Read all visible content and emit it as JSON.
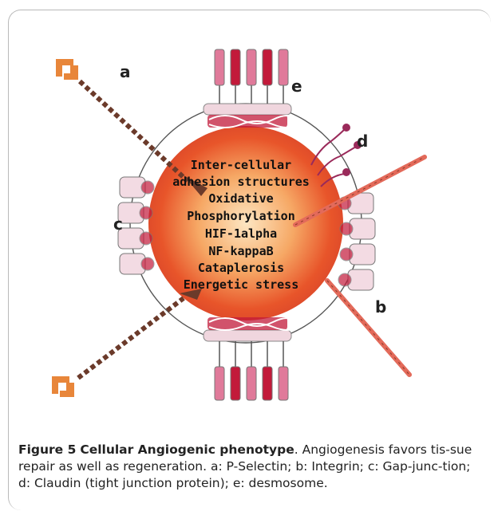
{
  "figure": {
    "labels": {
      "a": "a",
      "b": "b",
      "c": "c",
      "d": "d",
      "e": "e"
    },
    "center_text": [
      "Inter-cellular",
      "adhesion structures",
      "Oxidative",
      "Phosphorylation",
      "HIF-1alpha",
      "NF-kappaB",
      "Cataplerosis",
      "Energetic stress"
    ]
  },
  "caption": {
    "figure_number": "Figure 5",
    "title": "Cellular Angiogenic phenotype",
    "body": ". Angiogenesis favors tis-sue repair as well as regeneration. a: P-Selectin; b: Integrin; c: Gap-junc-tion; d: Claudin (tight junction protein); e: desmosome."
  },
  "colors": {
    "cell_core": "#e8552a",
    "cell_glow": "#f7b46a",
    "membrane": "#555555",
    "desmosome_pink": "#e07a9a",
    "desmosome_red": "#c21a3a",
    "selectin_orange": "#e8863a",
    "selectin_brown": "#6b3a2a",
    "integrin": "#e36a5a"
  }
}
